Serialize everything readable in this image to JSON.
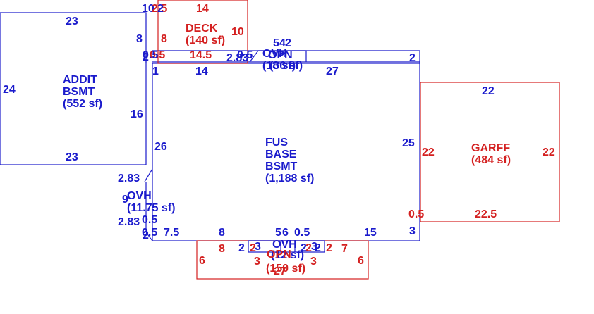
{
  "colors": {
    "blue": "#1a1acc",
    "red": "#d42020"
  },
  "areas": {
    "addit": {
      "name1": "ADDIT",
      "name2": "BSMT",
      "area": "(552 sf)"
    },
    "fus": {
      "name1": "FUS",
      "name2": "BASE",
      "name3": "BSMT",
      "area": "(1,188 sf)"
    },
    "garff": {
      "name": "GARFF",
      "area": "(484 sf)"
    },
    "deck": {
      "name": "DECK",
      "area": "(140 sf)"
    },
    "ovh_top": {
      "name": "OVH",
      "name2": "OPN",
      "area": "(18 sf)",
      "area2": "(36 sf)"
    },
    "ovh_left": {
      "name": "OVH",
      "area": "(11.75 sf)"
    },
    "ovh_bottom": {
      "name": "OVH",
      "name2": "OPN",
      "area": "(12 sf)",
      "area2": "(150 sf)"
    }
  },
  "dims": {
    "d23a": "23",
    "d24": "24",
    "d8a": "8",
    "d16": "16",
    "d23b": "23",
    "d10top": "10",
    "d25top": "2.5",
    "d2top": "2",
    "d14deck": "14",
    "d8deck": "8",
    "d10deck": "10",
    "d05deck": "0.5",
    "d145": "14.5",
    "d05l": "0.5",
    "d2l": "2",
    "d1": "1",
    "d14": "14",
    "d283top": "2.83",
    "d05m": "0.5",
    "d5top": "5",
    "d42": "4",
    "d2top2": "2",
    "d27": "27",
    "d2r": "2",
    "d26": "26",
    "d25": "25",
    "d283a": "2.83",
    "d9": "9",
    "d05ovh": "0.5",
    "d283b": "2.83",
    "d22g1": "22",
    "d22g2": "22",
    "d22g3": "22",
    "d05g": "0.5",
    "d225": "22.5",
    "d3r": "3",
    "d05b": "0.5",
    "d2b": "2",
    "d75": "7.5",
    "d8b": "8",
    "d56": "5",
    "d66": "6",
    "d05b2": "0.5",
    "d15": "15",
    "d6l": "6",
    "d8r": "8",
    "d2p1": "2",
    "d3p1": "3",
    "d2p2": "2",
    "d2p3": "2",
    "d2p4": "2",
    "d3p2": "3",
    "d2p5": "2",
    "d7": "7",
    "d6r": "6",
    "d3p3": "3",
    "d3p4": "3",
    "d27b": "27"
  }
}
